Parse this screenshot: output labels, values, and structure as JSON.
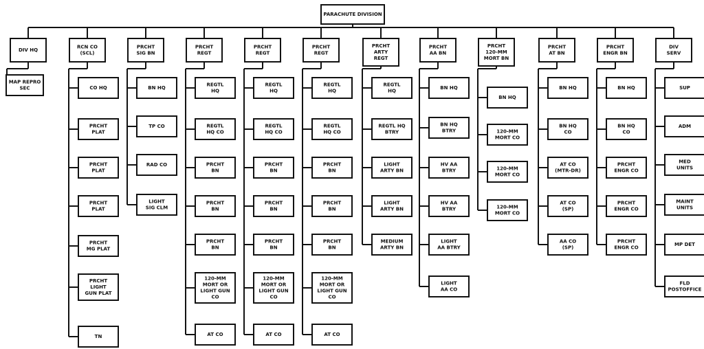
{
  "root": {
    "label": "PARACHUTE DIVISION"
  },
  "units": [
    {
      "label": "DIV HQ",
      "children": [
        "MAP REPRO\nSEC"
      ]
    },
    {
      "label": "RCN CO\n(SCL)",
      "children": [
        "CO HQ",
        "PRCHT\nPLAT",
        "PRCHT\nPLAT",
        "PRCHT\nPLAT",
        "PRCHT\nMG PLAT",
        "PRCHT\nLIGHT\nGUN PLAT",
        "TN"
      ]
    },
    {
      "label": "PRCHT\nSIG BN",
      "children": [
        "BN HQ",
        "TP CO",
        "RAD CO",
        "LIGHT\nSIG CLM"
      ]
    },
    {
      "label": "PRCHT\nREGT",
      "children": [
        "REGTL\nHQ",
        "REGTL\nHQ CO",
        "PRCHT\nBN",
        "PRCHT\nBN",
        "PRCHT\nBN",
        "120-MM\nMORT OR\nLIGHT GUN\nCO",
        "AT CO"
      ]
    },
    {
      "label": "PRCHT\nREGT",
      "children": [
        "REGTL\nHQ",
        "REGTL\nHQ CO",
        "PRCHT\nBN",
        "PRCHT\nBN",
        "PRCHT\nBN",
        "120-MM\nMORT OR\nLIGHT GUN\nCO",
        "AT CO"
      ]
    },
    {
      "label": "PRCHT\nREGT",
      "children": [
        "REGTL\nHQ",
        "REGTL\nHQ CO",
        "PRCHT\nBN",
        "PRCHT\nBN",
        "PRCHT\nBN",
        "120-MM\nMORT OR\nLIGHT GUN\nCO",
        "AT CO"
      ]
    },
    {
      "label": "PRCHT\nARTY\nREGT",
      "children": [
        "REGTL\nHQ",
        "REGTL HQ\nBTRY",
        "LIGHT\nARTY BN",
        "LIGHT\nARTY BN",
        "MEDIUM\nARTY BN"
      ]
    },
    {
      "label": "PRCHT\nAA BN",
      "children": [
        "BN HQ",
        "BN HQ\nBTRY",
        "HV AA\nBTRY",
        "HV AA\nBTRY",
        "LIGHT\nAA BTRY",
        "LIGHT\nAA CO"
      ]
    },
    {
      "label": "PRCHT\n120-MM\nMORT BN",
      "children": [
        "BN HQ",
        "120-MM\nMORT CO",
        "120-MM\nMORT CO",
        "120-MM\nMORT CO"
      ]
    },
    {
      "label": "PRCHT\nAT BN",
      "children": [
        "BN HQ",
        "BN HQ\nCO",
        "AT CO\n(MTR-DR)",
        "AT CO\n(SP)",
        "AA CO\n(SP)"
      ]
    },
    {
      "label": "PRCHT\nENGR BN",
      "children": [
        "BN HQ",
        "BN HQ\nCO",
        "PRCHT\nENGR CO",
        "PRCHT\nENGR CO",
        "PRCHT\nENGR CO"
      ]
    },
    {
      "label": "DIV\nSERV",
      "children": [
        "SUP",
        "ADM",
        "MED\nUNITS",
        "MAINT\nUNITS",
        "MP DET",
        "FLD\nPOSTOFFICE"
      ]
    }
  ]
}
